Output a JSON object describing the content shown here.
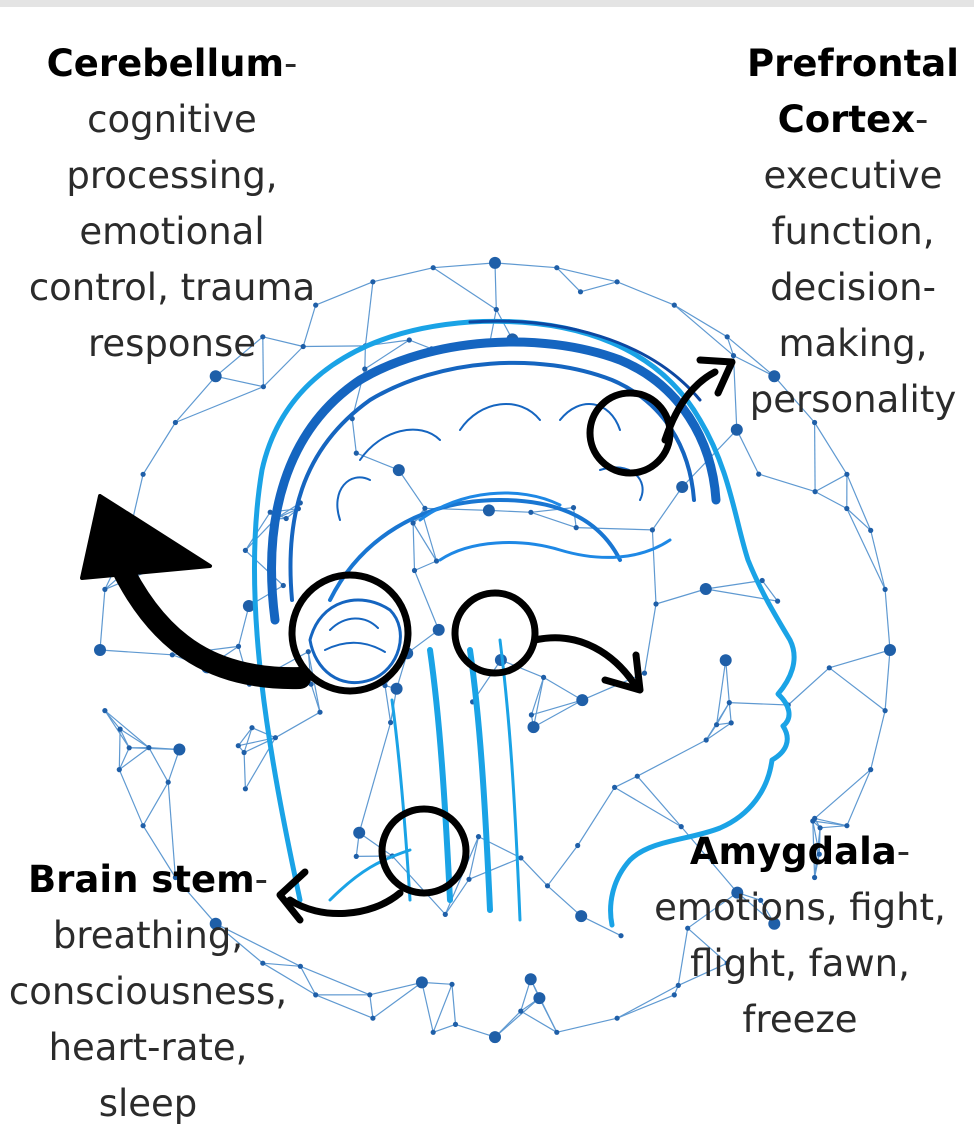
{
  "colors": {
    "network": "#1f6fb5",
    "head_outline": "#1aa3e6",
    "brain_dark": "#1565c0",
    "markers": "#000000"
  },
  "labels": {
    "cerebellum": {
      "title": "Cerebellum",
      "dash": "-",
      "lines": [
        "cognitive",
        "processing,",
        "emotional",
        "control, trauma",
        "response"
      ]
    },
    "prefrontal": {
      "title_line1": "Prefrontal",
      "title_line2": "Cortex",
      "dash": "-",
      "lines": [
        "executive",
        "function,",
        "decision-",
        "making,",
        "personality"
      ]
    },
    "amygdala": {
      "title": "Amygdala",
      "dash": "-",
      "lines": [
        "emotions, fight,",
        "flight, fawn,",
        "freeze"
      ]
    },
    "brainstem": {
      "title": "Brain stem",
      "dash": "-",
      "lines": [
        "breathing,",
        "consciousness,",
        "heart-rate,",
        "sleep"
      ]
    }
  }
}
